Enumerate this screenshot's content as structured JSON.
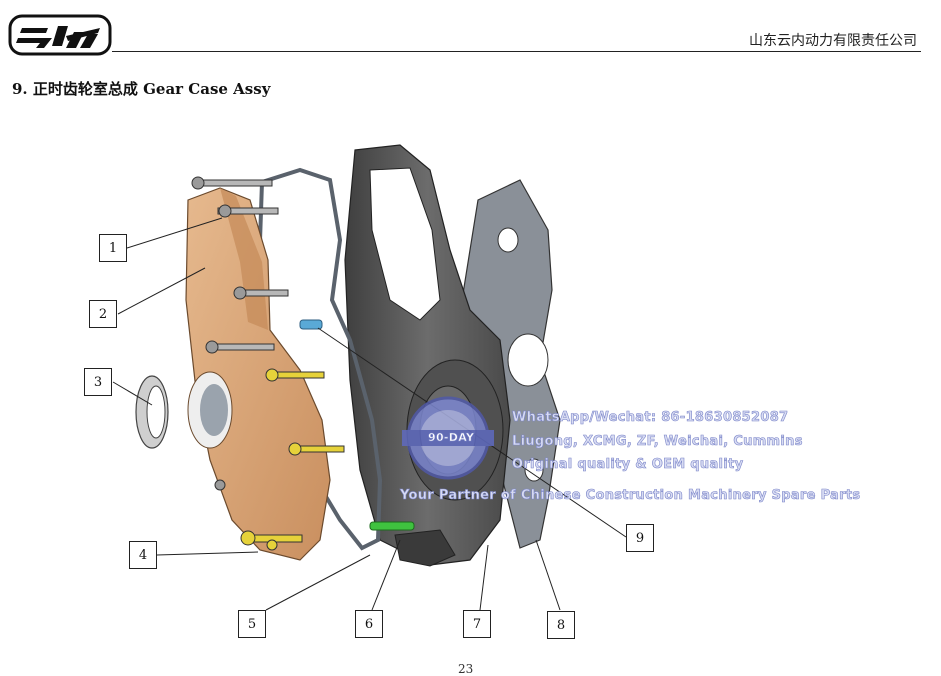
{
  "header": {
    "company_name": "山东云内动力有限责任公司"
  },
  "section": {
    "title": "9.  正时齿轮室总成  Gear Case Assy"
  },
  "callouts": [
    "1",
    "2",
    "3",
    "4",
    "5",
    "6",
    "7",
    "8",
    "9"
  ],
  "watermark": {
    "line1": "WhatsApp/Wechat: 86-18630852087",
    "line2": "Liugong, XCMG, ZF, Weichai, Cummins",
    "line3": "Original quality & OEM quality",
    "line4": "Your Partner of Chinese Construction Machinery Spare Parts"
  },
  "badge_text": "90-DAY",
  "page_number": "23",
  "colors": {
    "cover": "#d9a679",
    "housing": "#5e5e5e",
    "gasket": "#7a8088",
    "bolt_yellow": "#e6d23a",
    "pin_blue": "#5aa9d6",
    "pin_green": "#3fc23f"
  }
}
